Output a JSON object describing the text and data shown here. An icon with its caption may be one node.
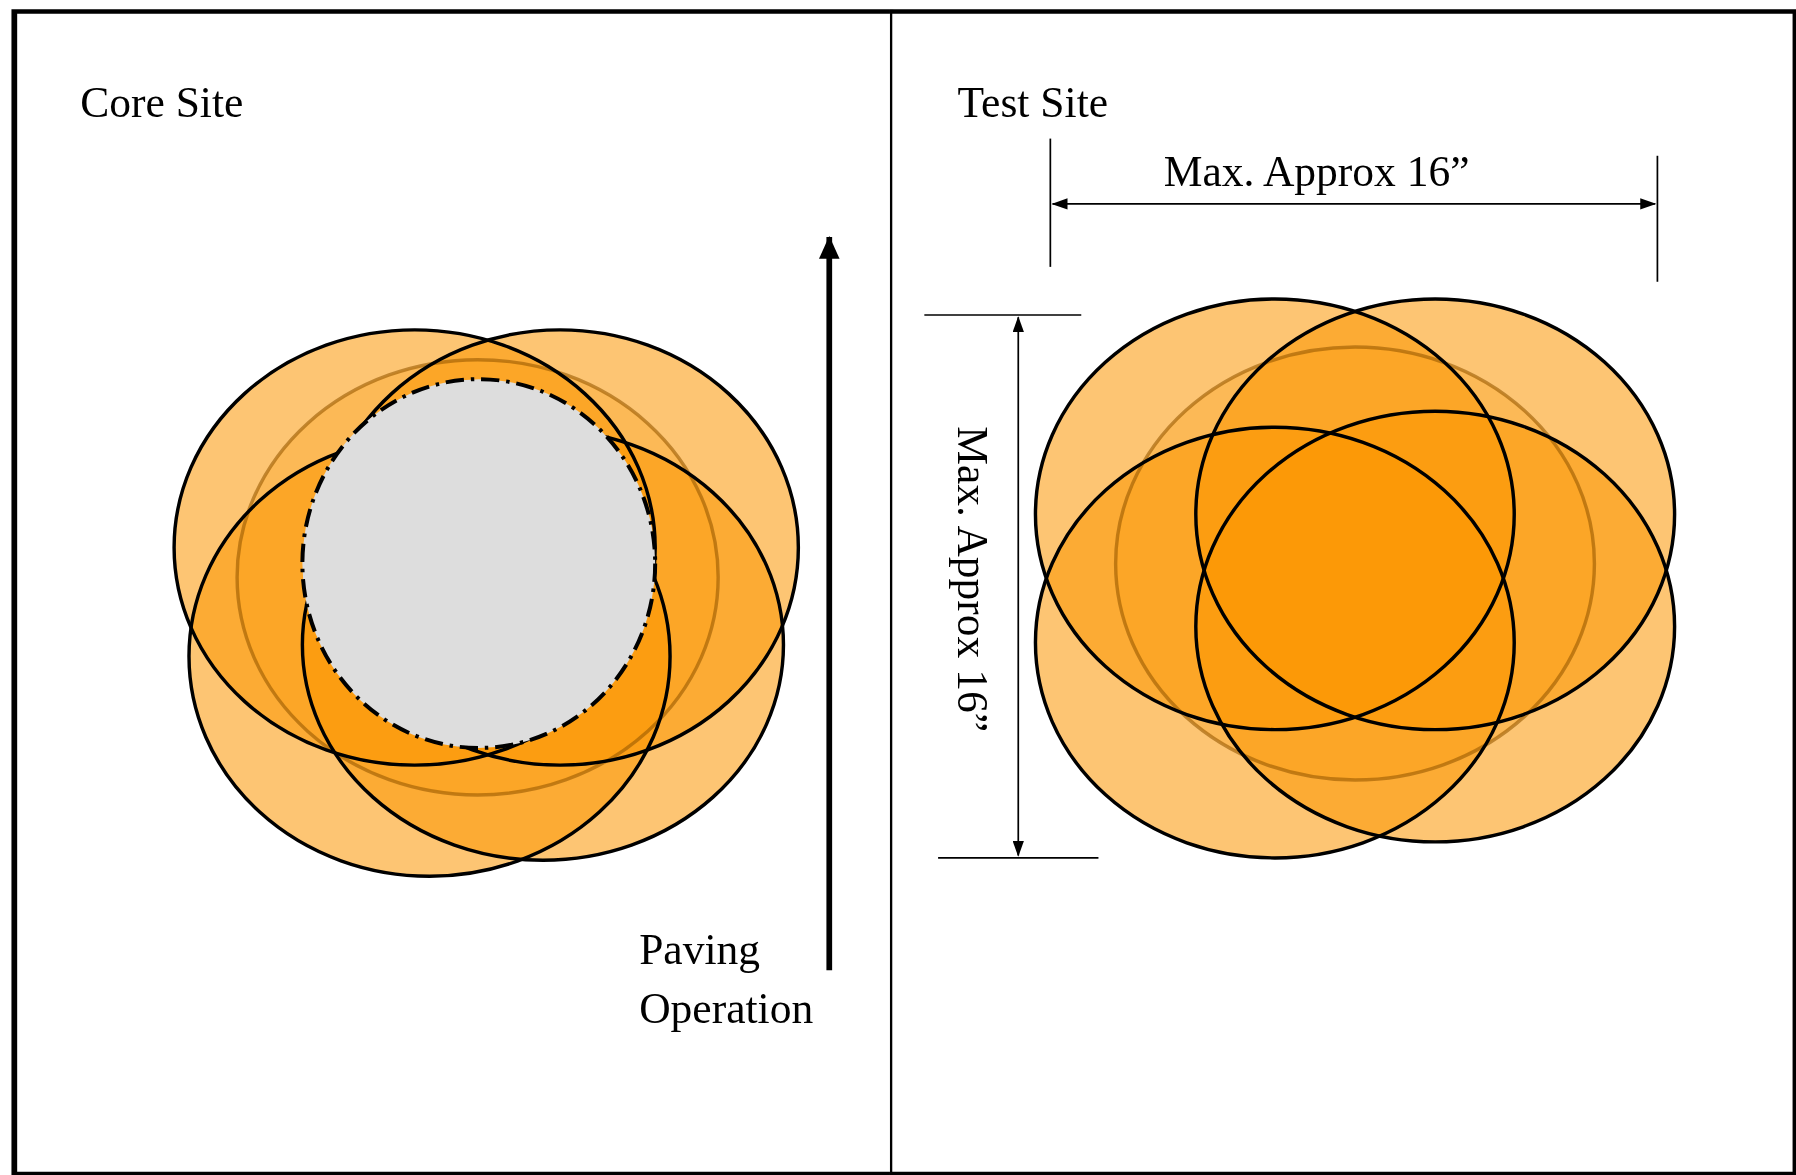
{
  "diagram": {
    "nodes": [
      {
        "text": [
          "Core Site"
        ]
      },
      {
        "text": [
          "Test Site"
        ]
      }
    ],
    "labels": [
      "Max. Approx 16”",
      "Max. Approx 16”",
      "Paving Operation"
    ]
  }
}
